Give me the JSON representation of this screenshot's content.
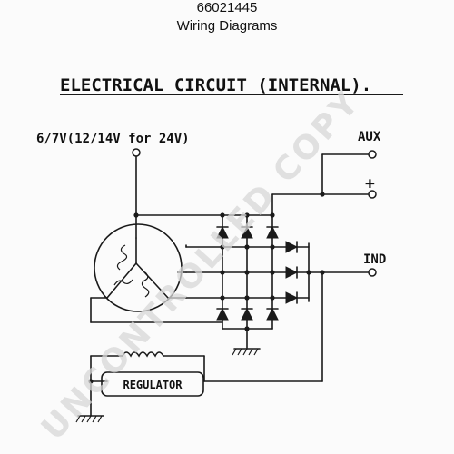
{
  "header": {
    "part_number": "66021445",
    "subtitle": "Wiring Diagrams"
  },
  "diagram": {
    "title": "ELECTRICAL CIRCUIT (INTERNAL).",
    "voltage_label": "6/7V(12/14V for 24V)",
    "aux_label": "AUX",
    "plus_label": "+",
    "ind_label": "IND",
    "regulator_label": "REGULATOR"
  },
  "watermark": {
    "text": "UNCONTROLLED COPY"
  }
}
